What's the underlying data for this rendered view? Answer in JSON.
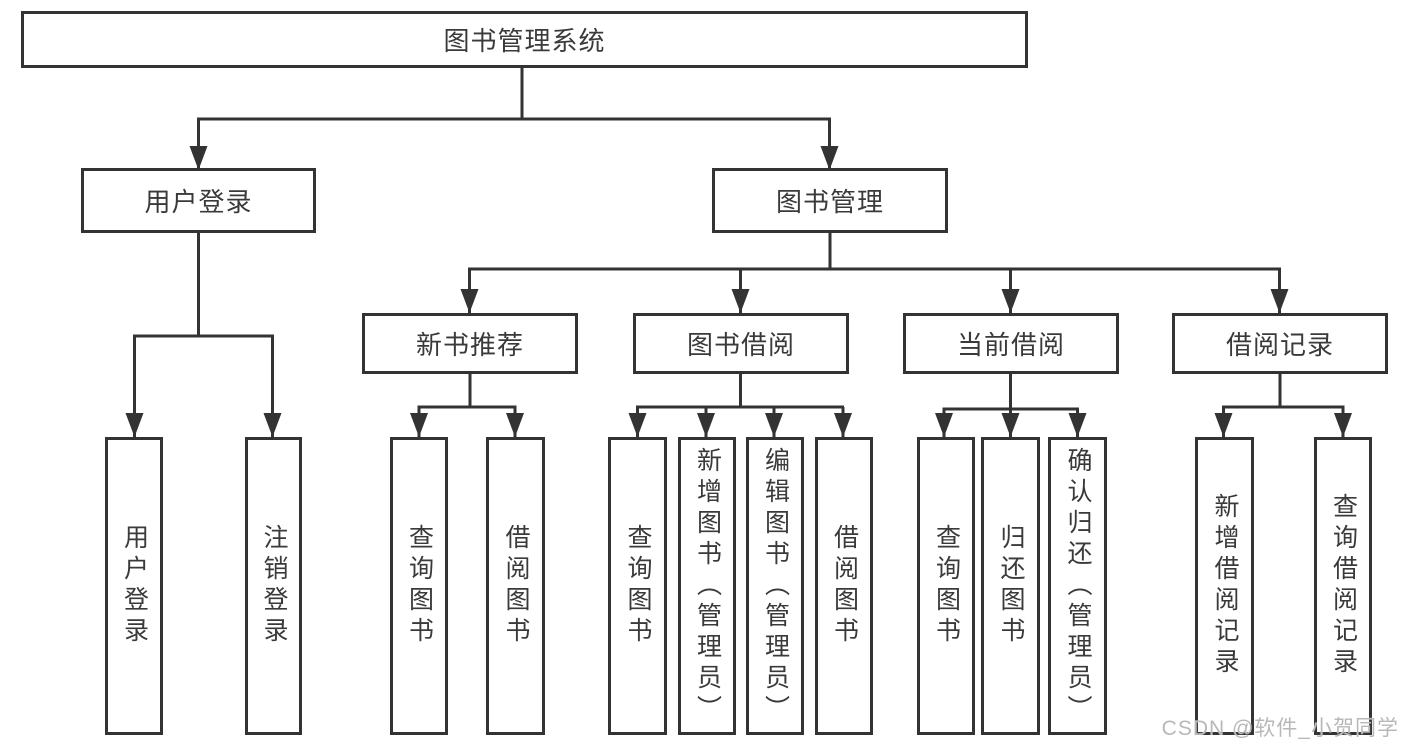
{
  "diagram": {
    "root": {
      "label": "图书管理系统"
    },
    "user_login": {
      "label": "用户登录",
      "leaves": [
        {
          "label": "用户登录"
        },
        {
          "label": "注销登录"
        }
      ]
    },
    "book_mgmt": {
      "label": "图书管理",
      "sections": [
        {
          "label": "新书推荐",
          "leaves": [
            {
              "label": "查询图书"
            },
            {
              "label": "借阅图书"
            }
          ]
        },
        {
          "label": "图书借阅",
          "leaves": [
            {
              "label": "查询图书"
            },
            {
              "label": "新增图书（管理员）"
            },
            {
              "label": "编辑图书（管理员）"
            },
            {
              "label": "借阅图书"
            }
          ]
        },
        {
          "label": "当前借阅",
          "leaves": [
            {
              "label": "查询图书"
            },
            {
              "label": "归还图书"
            },
            {
              "label": "确认归还（管理员）"
            }
          ]
        },
        {
          "label": "借阅记录",
          "leaves": [
            {
              "label": "新增借阅记录"
            },
            {
              "label": "查询借阅记录"
            }
          ]
        }
      ]
    }
  },
  "watermark": {
    "text": "CSDN @软件_小贺同学",
    "color": "#b8b8b8"
  },
  "colors": {
    "line": "#333333",
    "text": "#3a3a3a",
    "background": "#ffffff"
  }
}
